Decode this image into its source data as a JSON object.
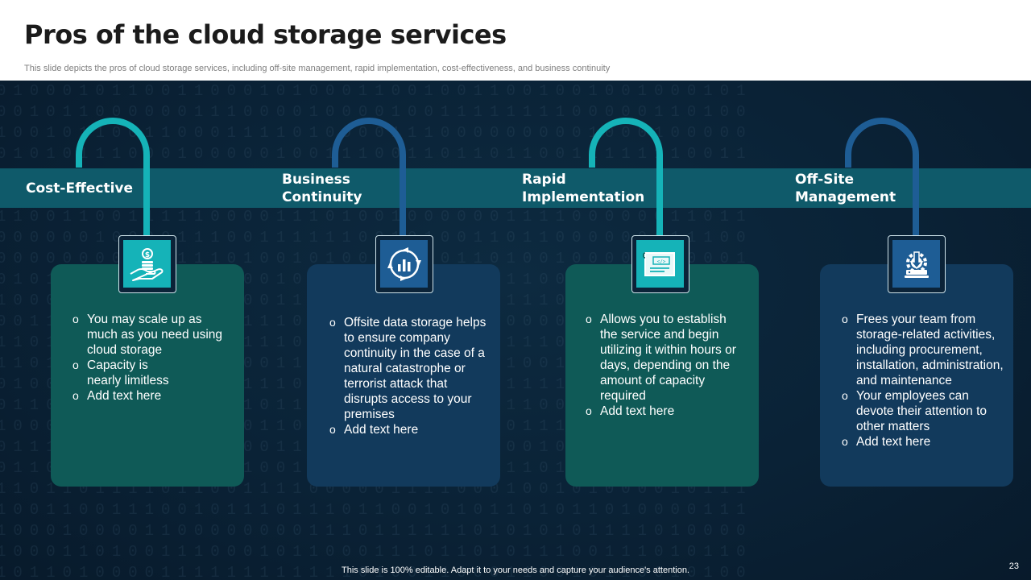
{
  "slide": {
    "title": "Pros of the cloud storage services",
    "subtitle": "This slide depicts the pros of cloud storage services, including off-site management, rapid implementation, cost-effectiveness, and business continuity",
    "footer": "This slide is 100% editable. Adapt it to your needs and capture your audience's attention.",
    "page_number": "23"
  },
  "pros": [
    {
      "heading": "Cost-Effective",
      "icon": "money-hand-icon",
      "points": [
        "You may scale up as much as you need using cloud storage",
        "Capacity is nearly limitless",
        "Add text here"
      ]
    },
    {
      "heading": "Business Continuity",
      "icon": "recycle-chart-icon",
      "points": [
        "Offsite data storage helps to ensure company continuity in the case of a natural catastrophe or terrorist attack that disrupts access to your premises",
        "Add text here"
      ]
    },
    {
      "heading": "Rapid Implementation",
      "icon": "code-document-icon",
      "points": [
        "Allows you to establish the service and begin utilizing it within hours or days, depending on the amount of capacity required",
        "Add text here"
      ]
    },
    {
      "heading": "Off-Site Management",
      "icon": "server-tools-icon",
      "points": [
        "Frees your team from storage-related activities, including procurement, installation, administration, and maintenance",
        "Your employees can devote their attention to other matters",
        "Add text here"
      ]
    }
  ],
  "colors": {
    "background": "#0b2338",
    "band": "#0f5a6a",
    "teal_accent": "#15b3b8",
    "blue_accent": "#1e5d95",
    "teal_card": "#0f5a57",
    "blue_card": "#123a5c"
  }
}
